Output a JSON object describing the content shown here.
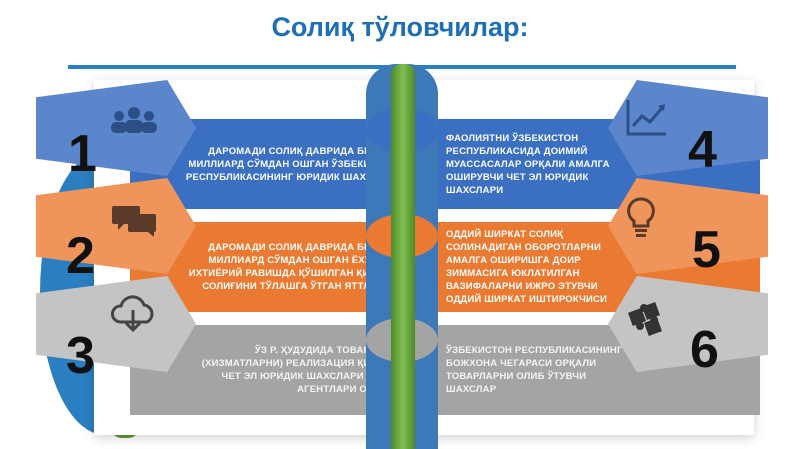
{
  "title": "Солиқ тўловчилар:",
  "colors": {
    "title": "#1f6fb6",
    "blue": "#3a6fc1",
    "orange": "#ea7a31",
    "grey": "#a4a4a4",
    "stem": "#5b9a3a"
  },
  "items": [
    {
      "number": "1",
      "icon": "people-icon",
      "text": "ДАРОМАДИ СОЛИҚ ДАВРИДА БИР МИЛЛИАРД СЎМДАН ОШГАН ЎЗБЕКИСТОН РЕСПУБЛИКАСИНИНГ ЮРИДИК ШАХСЛАРИ"
    },
    {
      "number": "2",
      "icon": "chat-bubbles-icon",
      "text": "ДАРОМАДИ СОЛИҚ ДАВРИДА БИР МИЛЛИАРД СЎМДАН ОШГАН ЁХУД ИХТИЁРИЙ РАВИШДА ҚЎШИЛГАН ҚИЙМАТ СОЛИҒИНИ ТЎЛАШГА ЎТГАН ЯТТЛАР"
    },
    {
      "number": "3",
      "icon": "cloud-download-icon",
      "text": "ЎЗ Р. ҲУДУДИДА ТОВАРЛАРНИ (ХИЗМАТЛАРНИ) РЕАЛИЗАЦИЯ ҚИЛУВЧИ ЧЕТ ЭЛ ЮРИДИК ШАХСЛАРИ (СОЛИҚ АГЕНТЛАРИ ОРҚАЛИ)"
    },
    {
      "number": "4",
      "icon": "trend-chart-icon",
      "text": "ФАОЛИЯТНИ ЎЗБЕКИСТОН РЕСПУБЛИКАСИДА ДОИМИЙ МУАССАСАЛАР ОРҚАЛИ АМАЛГА ОШИРУВЧИ ЧЕТ ЭЛ ЮРИДИК ШАХСЛАРИ"
    },
    {
      "number": "5",
      "icon": "lightbulb-icon",
      "text": "ОДДИЙ ШИРКАТ СОЛИҚ СОЛИНАДИГАН ОБОРОТЛАРНИ АМАЛГА ОШИРИШГА ДОИР ЗИММАСИГА ЮКЛАТИЛГАН ВАЗИФАЛАРНИ ИЖРО ЭТУВЧИ ОДДИЙ ШИРКАТ ИШТИРОКЧИСИ"
    },
    {
      "number": "6",
      "icon": "puzzle-icon",
      "text": "ЎЗБЕКИСТОН РЕСПУБЛИКАСИНИНГ БОЖХОНА ЧЕГАРАСИ ОРҚАЛИ ТОВАРЛАРНИ ОЛИБ ЎТУВЧИ ШАХСЛАР"
    }
  ]
}
